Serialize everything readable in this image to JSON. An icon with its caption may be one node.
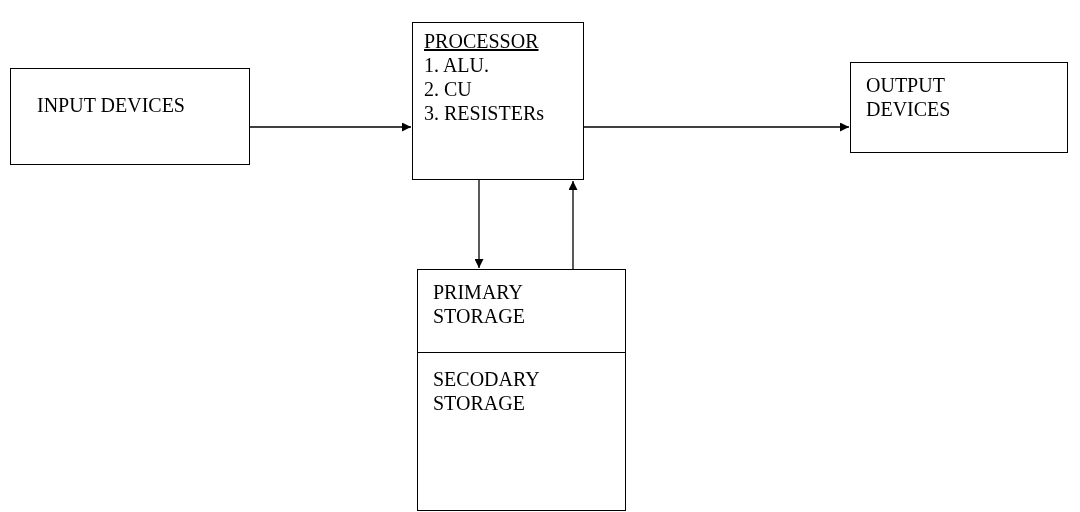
{
  "diagram": {
    "nodes": [
      {
        "text": [
          "INPUT DEVICES"
        ]
      },
      {
        "text": [
          "PROCESSOR",
          "1. ALU.",
          "2. CU",
          "3. RESISTERs"
        ]
      },
      {
        "text": [
          "OUTPUT DEVICES"
        ]
      },
      {
        "text": [
          "PRIMARY STORAGE"
        ]
      },
      {
        "text": [
          "SECODARY STORAGE"
        ]
      }
    ],
    "edges": [
      {
        "from": 0,
        "to": 1,
        "arrow": "to"
      },
      {
        "from": 1,
        "to": 2,
        "arrow": "to"
      },
      {
        "from": 1,
        "to": 3,
        "arrow": "to"
      },
      {
        "from": 3,
        "to": 1,
        "arrow": "to"
      }
    ]
  }
}
